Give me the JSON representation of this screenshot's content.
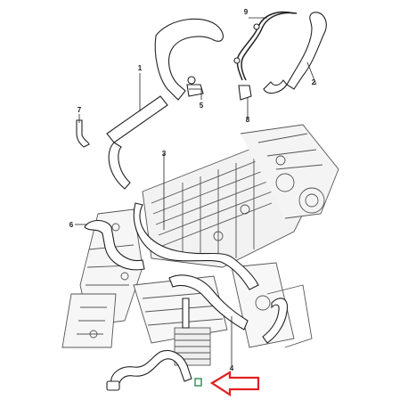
{
  "diagram": {
    "labels": {
      "n1": "1",
      "n2": "2",
      "n3": "3",
      "n4": "4",
      "n5": "5",
      "n6": "6",
      "n7": "7",
      "n8": "8",
      "n9": "9"
    },
    "colors": {
      "label_text": "#1a1a1a",
      "label_box": "#2e8b57",
      "highlight_box": "#2e8b57",
      "arrow": "#e02020",
      "line": "#222222",
      "hose_fill": "#ffffff",
      "engine_line": "#555555"
    },
    "icons": {
      "pointer": "red-outline-arrow-icon"
    }
  }
}
